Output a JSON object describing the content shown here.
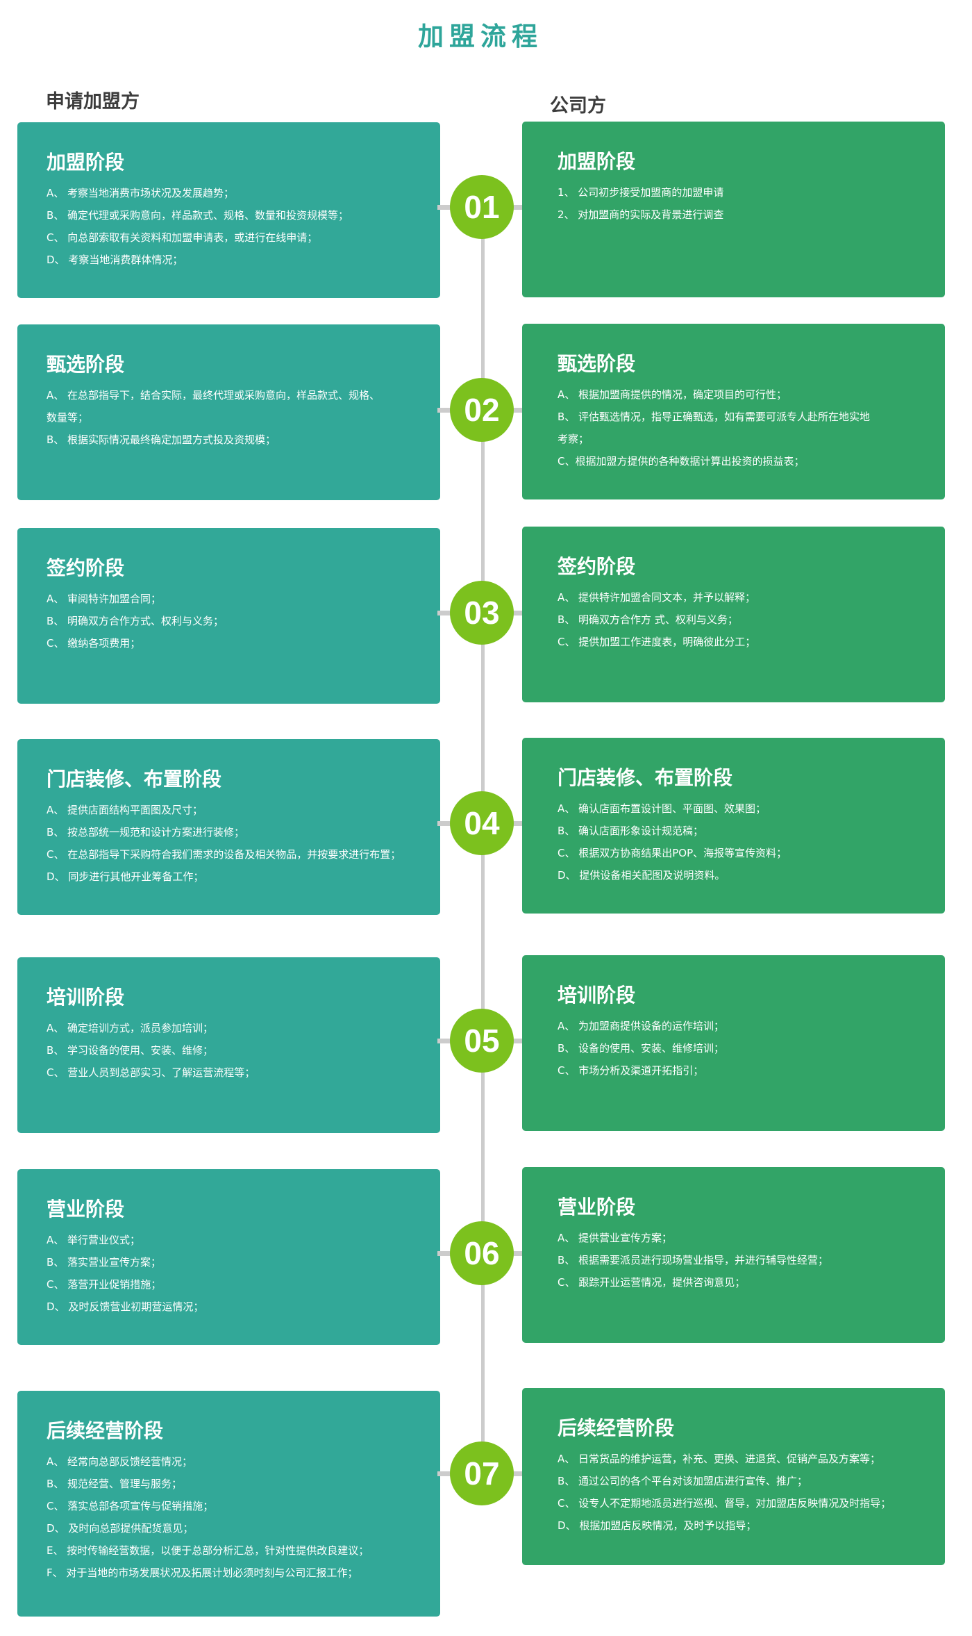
{
  "page_title": "加盟流程",
  "left_heading": "申请加盟方",
  "right_heading": "公司方",
  "stages": [
    {
      "number": "01",
      "left": {
        "title": "加盟阶段",
        "items": [
          "A、 考察当地消费市场状况及发展趋势；",
          "B、 确定代理或采购意向，样品款式、规格、数量和投资规模等；",
          "C、 向总部索取有关资料和加盟申请表，或进行在线申请；",
          "D、 考察当地消费群体情况；"
        ]
      },
      "right": {
        "title": "加盟阶段",
        "items": [
          "1、  公司初步接受加盟商的加盟申请",
          "2、  对加盟商的实际及背景进行调查"
        ]
      }
    },
    {
      "number": "02",
      "left": {
        "title": "甄选阶段",
        "items": [
          "A、 在总部指导下，结合实际，最终代理或采购意向，样品款式、规格、",
          "数量等；",
          "B、 根据实际情况最终确定加盟方式投及资规模；"
        ]
      },
      "right": {
        "title": "甄选阶段",
        "items": [
          "A、 根据加盟商提供的情况，确定项目的可行性；",
          "B、 评估甄选情况，指导正确甄选，如有需要可派专人赴所在地实地",
          "考察；",
          "C、根据加盟方提供的各种数据计算出投资的损益表；"
        ]
      }
    },
    {
      "number": "03",
      "left": {
        "title": "签约阶段",
        "items": [
          "A、 审阅特许加盟合同；",
          "B、 明确双方合作方式、权利与义务；",
          "C、 缴纳各项费用；"
        ]
      },
      "right": {
        "title": "签约阶段",
        "items": [
          "A、 提供特许加盟合同文本，并予以解释；",
          "B、 明确双方合作方 式、权利与义务；",
          "C、 提供加盟工作进度表，明确彼此分工；"
        ]
      }
    },
    {
      "number": "04",
      "left": {
        "title": "门店装修、布置阶段",
        "items": [
          "A、 提供店面结构平面图及尺寸；",
          "B、 按总部统一规范和设计方案进行装修；",
          "C、 在总部指导下采购符合我们需求的设备及相关物品，并按要求进行布置；",
          "D、 同步进行其他开业筹备工作；"
        ]
      },
      "right": {
        "title": "门店装修、布置阶段",
        "items": [
          "A、 确认店面布置设计图、平面图、效果图；",
          "B、 确认店面形象设计规范稿；",
          "C、 根据双方协商结果出POP、海报等宣传资料；",
          "D、 提供设备相关配图及说明资料。"
        ]
      }
    },
    {
      "number": "05",
      "left": {
        "title": "培训阶段",
        "items": [
          "A、 确定培训方式，派员参加培训；",
          "B、 学习设备的使用、安装、维修；",
          "C、 营业人员到总部实习、了解运营流程等；"
        ]
      },
      "right": {
        "title": "培训阶段",
        "items": [
          "A、 为加盟商提供设备的运作培训；",
          "B、 设备的使用、安装、维修培训；",
          "C、 市场分析及渠道开拓指引；"
        ]
      }
    },
    {
      "number": "06",
      "left": {
        "title": "营业阶段",
        "items": [
          "A、 举行营业仪式；",
          "B、 落实营业宣传方案；",
          "C、 落营开业促销措施；",
          "D、 及时反馈营业初期营运情况；"
        ]
      },
      "right": {
        "title": "营业阶段",
        "items": [
          "A、 提供营业宣传方案；",
          "B、 根据需要派员进行现场营业指导，并进行辅导性经营；",
          "C、 跟踪开业运营情况，提供咨询意见；"
        ]
      }
    },
    {
      "number": "07",
      "left": {
        "title": "后续经营阶段",
        "items": [
          "A、 经常向总部反馈经营情况；",
          "B、 规范经营、管理与服务；",
          "C、 落实总部各项宣传与促销措施；",
          "D、 及时向总部提供配货意见；",
          "E、 按时传输经营数据，以便于总部分析汇总，针对性提供改良建议；",
          "F、 对于当地的市场发展状况及拓展计划必须时刻与公司汇报工作；"
        ]
      },
      "right": {
        "title": "后续经营阶段",
        "items": [
          "A、 日常货品的维护运营，补充、更换、进退货、促销产品及方案等；",
          "B、 通过公司的各个平台对该加盟店进行宣传、推广；",
          "C、 设专人不定期地派员进行巡视、督导，对加盟店反映情况及时指导；",
          "D、 根据加盟店反映情况，及时予以指导；"
        ]
      }
    }
  ],
  "colors": {
    "title": "#2ea59a",
    "left_card": "#32a898",
    "right_card": "#32a467",
    "badge": "#7cc11e",
    "timeline": "#cccccc"
  }
}
